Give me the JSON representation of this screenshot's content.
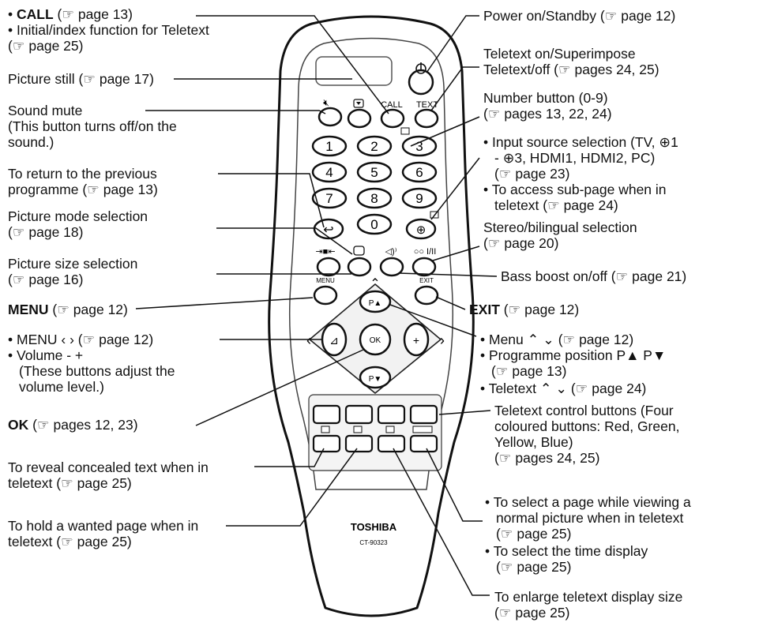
{
  "labels_left": {
    "call": [
      "CALL",
      " (☞ page 13)"
    ],
    "call_index_1": "Initial/index function for Teletext",
    "call_index_2": "(☞ page 25)",
    "picture_still": "Picture still (☞ page 17)",
    "sound_mute_1": "Sound mute",
    "sound_mute_2": "(This button turns off/on the",
    "sound_mute_3": "sound.)",
    "return_1": "To return to the previous",
    "return_2": "programme (☞ page 13)",
    "picture_mode_1": "Picture mode selection",
    "picture_mode_2": "(☞ page 18)",
    "picture_size_1": "Picture size selection",
    "picture_size_2": "(☞ page 16)",
    "menu": [
      "MENU",
      " (☞ page 12)"
    ],
    "menu_lr": "MENU ‹ › (☞ page 12)",
    "volume_1": "Volume - +",
    "volume_2": "(These buttons adjust the",
    "volume_3": "volume level.)",
    "ok": [
      "OK",
      " (☞ pages 12, 23)"
    ],
    "reveal_1": "To reveal concealed text when in",
    "reveal_2": "teletext (☞ page 25)",
    "hold_1": "To hold a wanted page when in",
    "hold_2": "teletext (☞ page 25)"
  },
  "labels_right": {
    "power": "Power on/Standby (☞ page 12)",
    "teletext_1": "Teletext on/Superimpose",
    "teletext_2": "Teletext/off (☞ pages 24, 25)",
    "number_1": "Number button (0-9)",
    "number_2": "(☞ pages 13, 22, 24)",
    "input_1": "Input source selection (TV, ⊕1",
    "input_2": "- ⊕3, HDMI1, HDMI2, PC)",
    "input_3": "(☞ page 23)",
    "subpage_1": "To access sub-page when in",
    "subpage_2": "teletext (☞ page 24)",
    "stereo_1": "Stereo/bilingual selection",
    "stereo_2": "(☞ page 20)",
    "bass": "Bass boost on/off (☞ page 21)",
    "exit": [
      "EXIT",
      " (☞ page 12)"
    ],
    "menu_ud": "Menu ⌃ ⌄ (☞ page 12)",
    "prog_1": "Programme position P▲ P▼",
    "prog_2": "(☞ page 13)",
    "tt_ud": "Teletext ⌃ ⌄ (☞ page 24)",
    "colour_1": "Teletext control buttons (Four",
    "colour_2": "coloured buttons: Red, Green,",
    "colour_3": "Yellow, Blue)",
    "colour_4": "(☞ pages 24, 25)",
    "select_1": "To select a page while viewing a",
    "select_2": "normal picture when in teletext",
    "select_3": "(☞ page 25)",
    "time_1": "To select the time display",
    "time_2": "(☞ page 25)",
    "enlarge_1": "To enlarge teletext display size",
    "enlarge_2": "(☞ page 25)"
  },
  "remote": {
    "brand": "TOSHIBA",
    "model": "CT-90323",
    "call_label": "CALL",
    "text_label": "TEXT",
    "menu_label": "MENU",
    "exit_label": "EXIT",
    "ok_label": "OK",
    "p_up": "P▲",
    "p_down": "P▼",
    "digits": [
      "1",
      "2",
      "3",
      "4",
      "5",
      "6",
      "7",
      "8",
      "9",
      "0"
    ]
  }
}
